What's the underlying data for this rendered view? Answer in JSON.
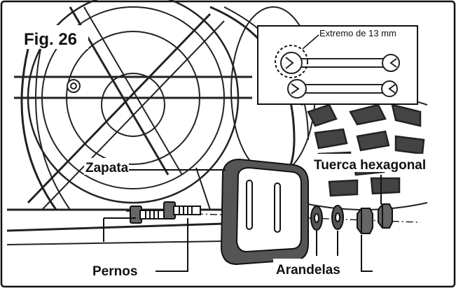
{
  "figure": {
    "title": "Fig. 26",
    "inset_caption": "Extremo de 13 mm"
  },
  "labels": {
    "zapata": "Zapata",
    "tuerca": "Tuerca hexagonal",
    "pernos": "Pernos",
    "arandelas": "Arandelas"
  }
}
